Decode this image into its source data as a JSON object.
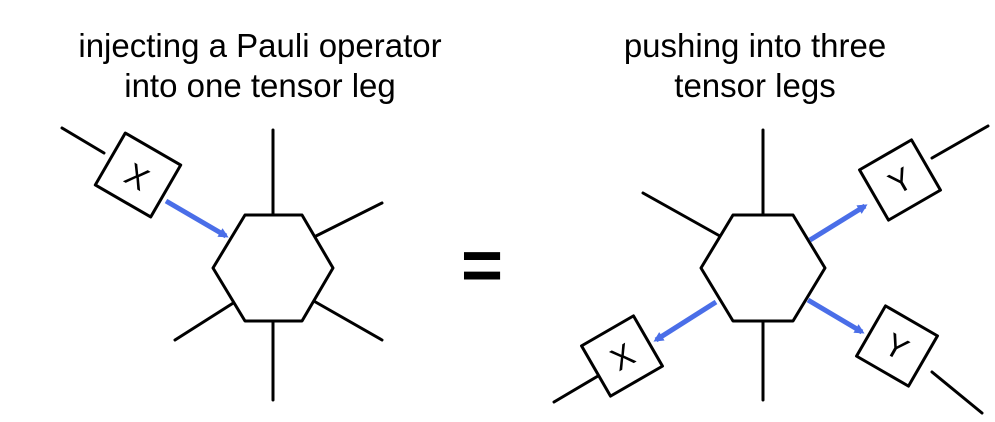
{
  "left_caption": {
    "line1": "injecting a Pauli operator",
    "line2": "into one tensor leg"
  },
  "right_caption": {
    "line1": "pushing into three",
    "line2": "tensor legs"
  },
  "equals_sign": "=",
  "left_operator": {
    "label": "X"
  },
  "right_operators": [
    {
      "label": "Y"
    },
    {
      "label": "Y"
    },
    {
      "label": "X"
    }
  ],
  "colors": {
    "arrow": "#4a6ee8",
    "stroke": "#000000"
  }
}
